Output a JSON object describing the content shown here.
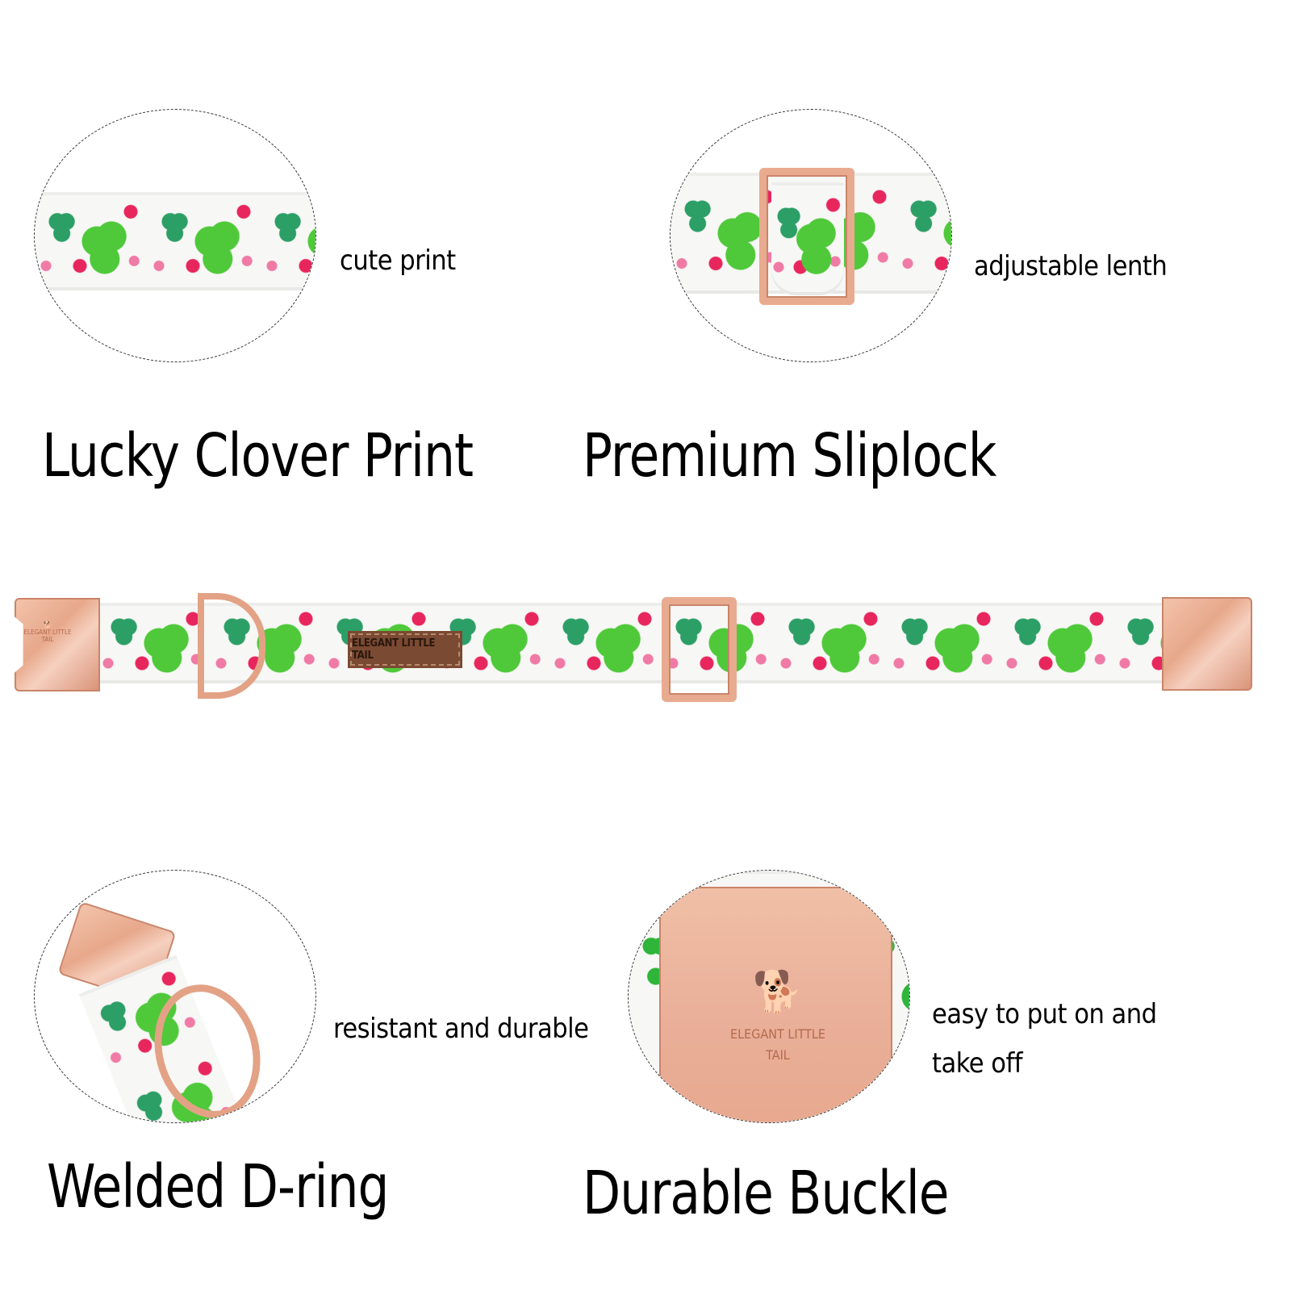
{
  "colors": {
    "clover_bright_green": "#4fc93a",
    "clover_dark_green": "#2c9f66",
    "clover_red": "#e8265e",
    "clover_pink": "#f07aa6",
    "rose_gold": "#e8a88a",
    "leather_patch": "#7a4a32",
    "background": "#ffffff",
    "text": "#000000"
  },
  "features": [
    {
      "heading": "Lucky Clover Print",
      "caption": "cute print",
      "image": "clover-fabric-closeup"
    },
    {
      "heading": "Premium Sliplock",
      "caption": "adjustable lenth",
      "image": "slider-buckle-closeup"
    },
    {
      "heading": "Welded D-ring",
      "caption": "resistant and durable",
      "image": "d-ring-closeup"
    },
    {
      "heading": "Durable Buckle",
      "caption_line1": "easy to put on and",
      "caption_line2": "take off",
      "image": "buckle-logo-closeup"
    }
  ],
  "collar": {
    "brand_patch": "ELEGANT LITTLE TAIL",
    "buckle_engraving": "ELEGANT LITTLE TAIL"
  }
}
